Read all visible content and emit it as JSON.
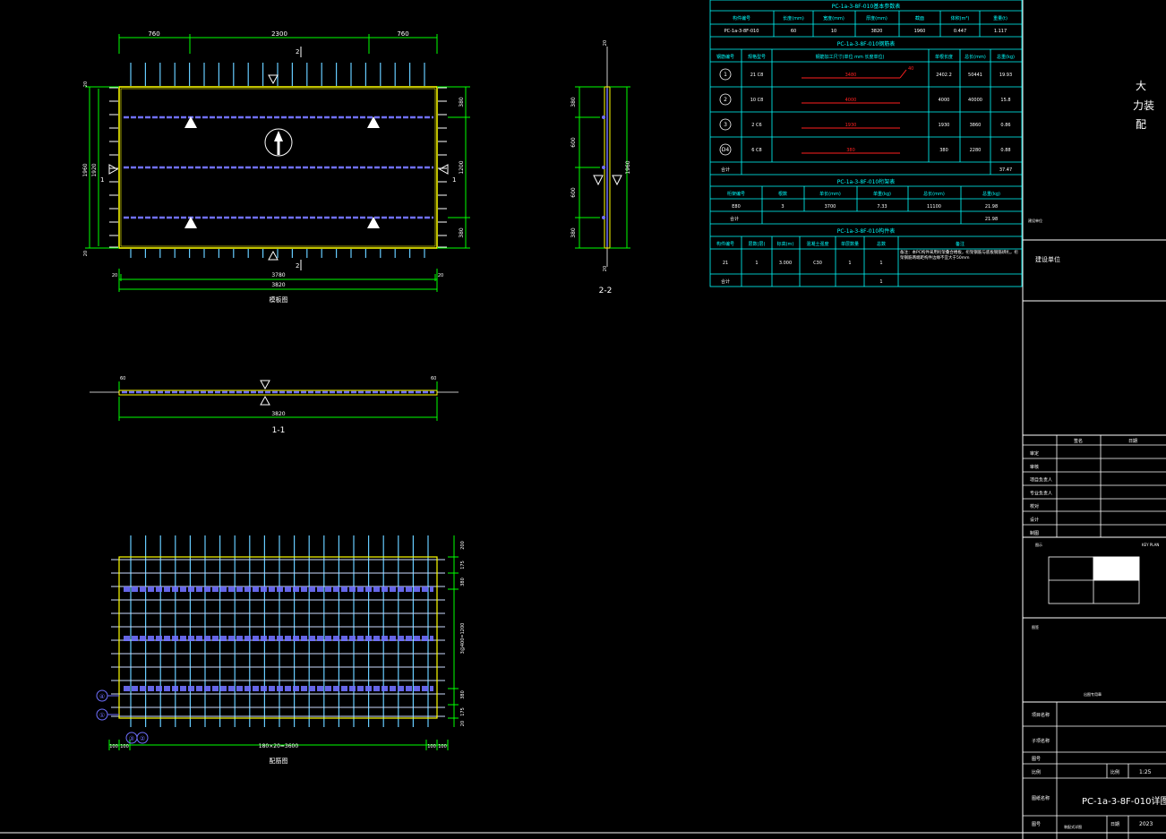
{
  "plan": {
    "dims_top": [
      "760",
      "2300",
      "760"
    ],
    "dims_bottom": [
      "20",
      "3780",
      "20"
    ],
    "dims_total": "3820",
    "dim_left_outer": "1960",
    "dim_left_inner": "1920",
    "dim_left_small": "20",
    "dims_right": [
      "380",
      "1200",
      "380"
    ],
    "section_mark": "2",
    "section_mark_side": "1",
    "caption": "模板图"
  },
  "side_view": {
    "dims_left": [
      "380",
      "600",
      "600",
      "380"
    ],
    "dim_right": "1960",
    "dim_top": "20",
    "dim_bottom": "20",
    "caption": "2-2"
  },
  "section_view": {
    "dim_left": "60",
    "dim_right": "60",
    "dim_total": "3820",
    "caption": "1-1"
  },
  "rebar_plan": {
    "dims_right": [
      "200",
      "175",
      "380",
      "3@400=1200",
      "380",
      "175",
      "20"
    ],
    "dims_bottom": [
      "100",
      "100",
      "180×20=3600",
      "100",
      "100"
    ],
    "markers": [
      "①",
      "④",
      "③",
      "②"
    ],
    "caption": "配筋图"
  },
  "tables": {
    "t1_title": "PC-1a-3-8F-010基本参数表",
    "t1_headers": [
      "构件编号",
      "长度(mm)",
      "宽度(mm)",
      "厚度(mm)",
      "截面",
      "体积(m³)",
      "重量(t)"
    ],
    "t1_row": [
      "PC-1a-3-8F-010",
      "60",
      "10",
      "3820",
      "1960",
      "0.447",
      "1.117"
    ],
    "t2_title": "PC-1a-3-8F-010钢筋表",
    "t2_headers": [
      "钢筋编号",
      "规格型号",
      "钢筋加工尺寸(单位 mm 长度单位)",
      "单根长度",
      "总长(mm)",
      "总重(kg)"
    ],
    "t2_rows": [
      {
        "id": "1",
        "spec": "21 C8",
        "shape": "3480",
        "hook": "40",
        "len": "2402.2",
        "total": "50441",
        "weight": "19.93"
      },
      {
        "id": "2",
        "spec": "10 C8",
        "shape": "4000",
        "hook": "",
        "len": "4000",
        "total": "40000",
        "weight": "15.8"
      },
      {
        "id": "3",
        "spec": "2 C6",
        "shape": "1930",
        "hook": "",
        "len": "1930",
        "total": "3860",
        "weight": "0.86"
      },
      {
        "id": "D4",
        "spec": "6 C8",
        "shape": "380",
        "hook": "",
        "len": "380",
        "total": "2280",
        "weight": "0.88"
      }
    ],
    "t2_total_label": "合计",
    "t2_total": "37.47",
    "t3_title": "PC-1a-3-8F-010桁架表",
    "t3_headers": [
      "桁架编号",
      "根数",
      "单长(mm)",
      "单重(kg)",
      "总长(mm)",
      "总重(kg)"
    ],
    "t3_row": [
      "E80",
      "3",
      "3700",
      "7.33",
      "11100",
      "21.98"
    ],
    "t3_total_label": "合计",
    "t3_total": "21.98",
    "t4_title": "PC-1a-3-8F-010构件表",
    "t4_headers": [
      "构件编号",
      "层数(层)",
      "标高(m)",
      "混凝土强度",
      "单层数量",
      "总数",
      "备注"
    ],
    "t4_row": [
      "21",
      "1",
      "3.000",
      "C30",
      "1",
      "1"
    ],
    "t4_note": "备注：本PC构件采用桁架叠合楼板，桁架钢筋与底板钢筋绑扎，桁架钢筋两端距构件边缘不宜大于50mm",
    "t4_total_label": "合计",
    "t4_total": "1"
  },
  "title_block": {
    "logo_text": [
      "大",
      "力装",
      "配"
    ],
    "company_small": "建设单位",
    "construction_unit": "建设单位",
    "sig_headers": [
      "签名",
      "日期"
    ],
    "roles": [
      "审定",
      "审核",
      "项目负责人",
      "专业负责人",
      "校对",
      "设计",
      "制图"
    ],
    "key_plan_label": "图示",
    "key_plan_label_right": "KEY PLAN",
    "stamp_label": "出图专用章",
    "seal_label": "图签",
    "project_label": "项目名称",
    "subproject_label": "子项名称",
    "drawing_no_label": "图号",
    "drawing_title_label": "图纸名称",
    "scale_label": "比例",
    "scale": "1:25",
    "drawing_title": "PC-1a-3-8F-010详图",
    "footer_label_1": "图号",
    "footer_value_1": "装配式详图",
    "footer_label_2": "日期",
    "footer_value_2": "2023"
  },
  "colors": {
    "frame": "#ffffff",
    "slab": "#ffff00",
    "dim": "#00ff00",
    "rebar": "#66ccff",
    "truss": "#6666ff",
    "table": "#00ffff",
    "red": "#ff2020"
  }
}
